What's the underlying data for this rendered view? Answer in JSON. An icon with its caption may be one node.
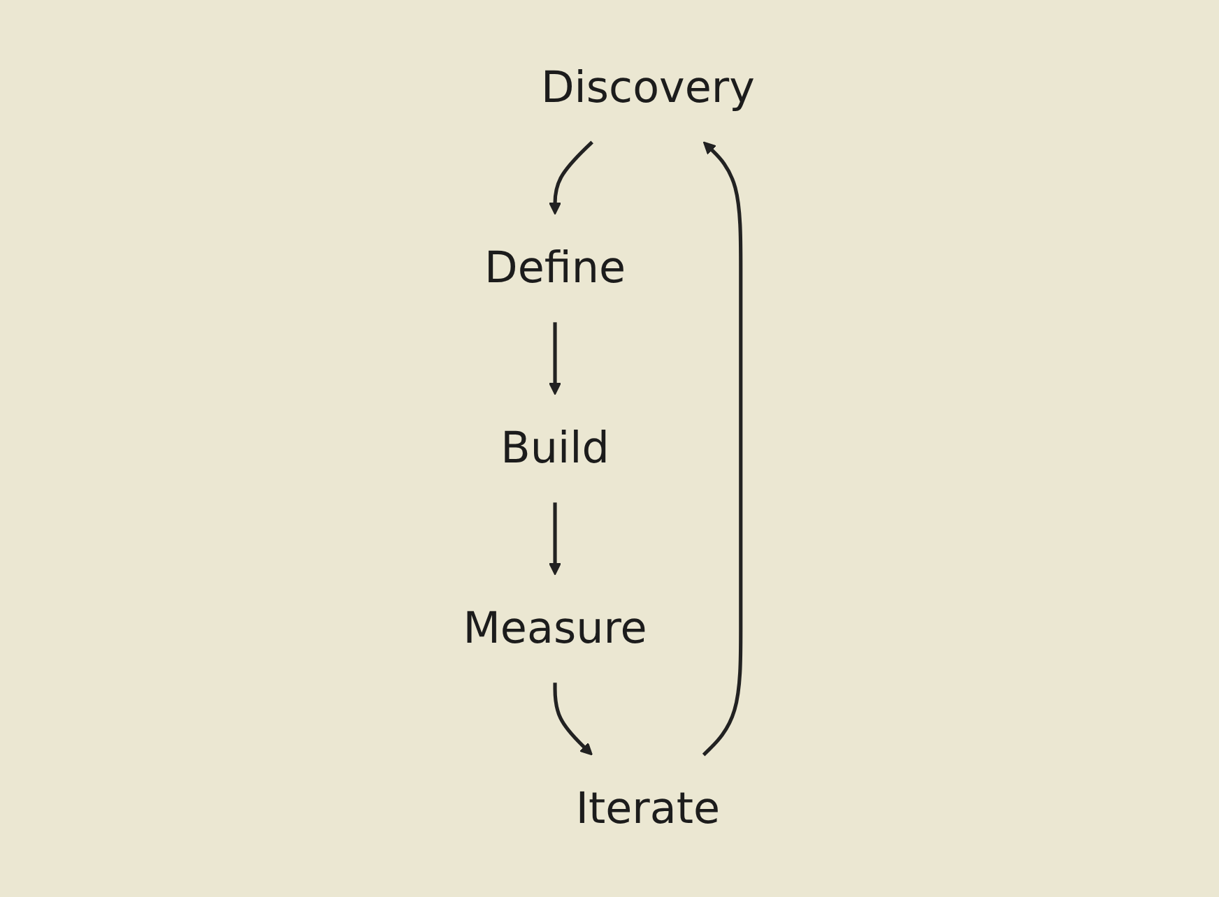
{
  "diagram": {
    "nodes": [
      {
        "text": [
          "Discovery"
        ]
      },
      {
        "text": [
          "Define"
        ]
      },
      {
        "text": [
          "Build"
        ]
      },
      {
        "text": [
          "Measure"
        ]
      },
      {
        "text": [
          "Iterate"
        ]
      }
    ],
    "edges": [
      {
        "from": 0,
        "to": 1,
        "arrow": "to"
      },
      {
        "from": 1,
        "to": 2,
        "arrow": "to"
      },
      {
        "from": 2,
        "to": 3,
        "arrow": "to"
      },
      {
        "from": 3,
        "to": 4,
        "arrow": "to"
      },
      {
        "from": 4,
        "to": 0,
        "arrow": "to"
      }
    ]
  }
}
